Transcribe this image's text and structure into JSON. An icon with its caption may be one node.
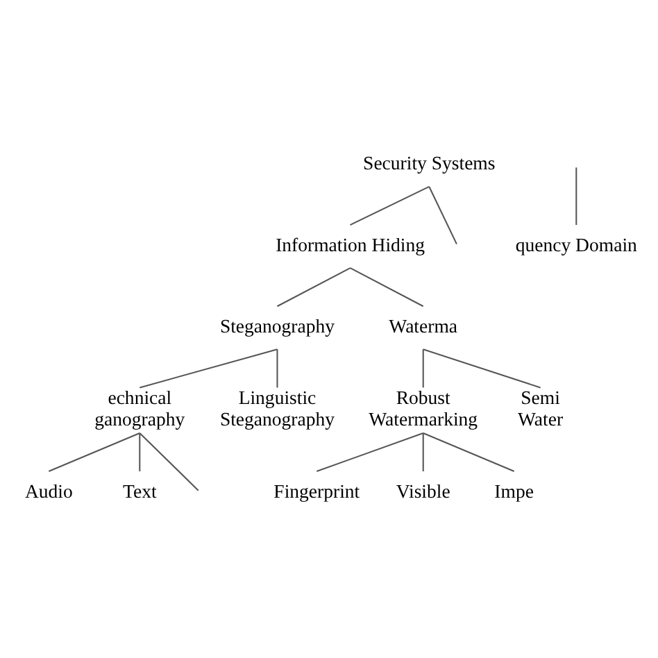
{
  "diagram": {
    "nodes": [
      {
        "text": [
          "Security Systems"
        ]
      },
      {
        "text": [
          "Information Hiding"
        ]
      },
      {
        "text": [
          "Steganography"
        ]
      },
      {
        "text": [
          "Waterma"
        ]
      },
      {
        "text": [
          "echnical ganography"
        ]
      },
      {
        "text": [
          "Linguistic Steganography"
        ]
      },
      {
        "text": [
          "Robust Watermarking"
        ]
      },
      {
        "text": [
          "Semi Water"
        ]
      },
      {
        "text": [
          "Audio"
        ]
      },
      {
        "text": [
          "Text"
        ]
      },
      {
        "text": [
          "Fingerprint"
        ]
      },
      {
        "text": [
          "Visible"
        ]
      },
      {
        "text": [
          "Impe"
        ]
      },
      {
        "text": [
          "quency Domain"
        ]
      }
    ],
    "edges": [
      {
        "from": 0,
        "to": null,
        "arrow": "none"
      },
      {
        "from": 0,
        "to": 1,
        "arrow": "none"
      },
      {
        "from": 1,
        "to": 2,
        "arrow": "none"
      },
      {
        "from": 1,
        "to": 3,
        "arrow": "none"
      },
      {
        "from": 2,
        "to": 4,
        "arrow": "none"
      },
      {
        "from": 2,
        "to": 5,
        "arrow": "none"
      },
      {
        "from": 3,
        "to": 6,
        "arrow": "none"
      },
      {
        "from": 3,
        "to": 7,
        "arrow": "none"
      },
      {
        "from": 4,
        "to": null,
        "arrow": "none"
      },
      {
        "from": 4,
        "to": 8,
        "arrow": "none"
      },
      {
        "from": 4,
        "to": 9,
        "arrow": "none"
      },
      {
        "from": 6,
        "to": 10,
        "arrow": "none"
      },
      {
        "from": 6,
        "to": 11,
        "arrow": "none"
      },
      {
        "from": 6,
        "to": 12,
        "arrow": "none"
      },
      {
        "from": null,
        "to": 13,
        "arrow": "none"
      }
    ]
  }
}
